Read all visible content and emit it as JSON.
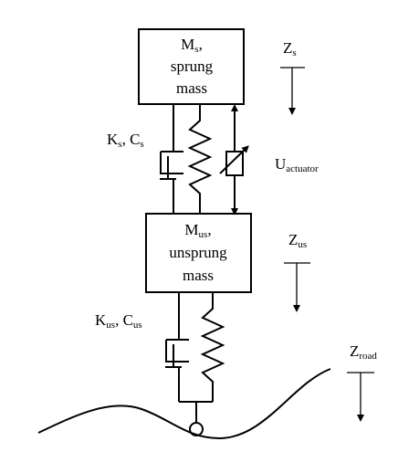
{
  "sprung_mass": {
    "symbol": "M",
    "subscript": "s",
    "comma": ",",
    "line2": "sprung",
    "line3": "mass"
  },
  "unsprung_mass": {
    "symbol": "M",
    "subscript": "us",
    "comma": ",",
    "line2": "unsprung",
    "line3": "mass"
  },
  "upper_suspension_label": {
    "k": "K",
    "k_sub": "s",
    "sep": ", ",
    "c": "C",
    "c_sub": "s"
  },
  "lower_suspension_label": {
    "k": "K",
    "k_sub": "us",
    "sep": ", ",
    "c": "C",
    "c_sub": "us"
  },
  "actuator_label": {
    "symbol": "U",
    "subscript": "actuator"
  },
  "displacement_labels": {
    "zs": {
      "symbol": "Z",
      "subscript": "s"
    },
    "zus": {
      "symbol": "Z",
      "subscript": "us"
    },
    "zroad": {
      "symbol": "Z",
      "subscript": "road"
    }
  },
  "colors": {
    "line": "#000000",
    "background": "#ffffff"
  }
}
